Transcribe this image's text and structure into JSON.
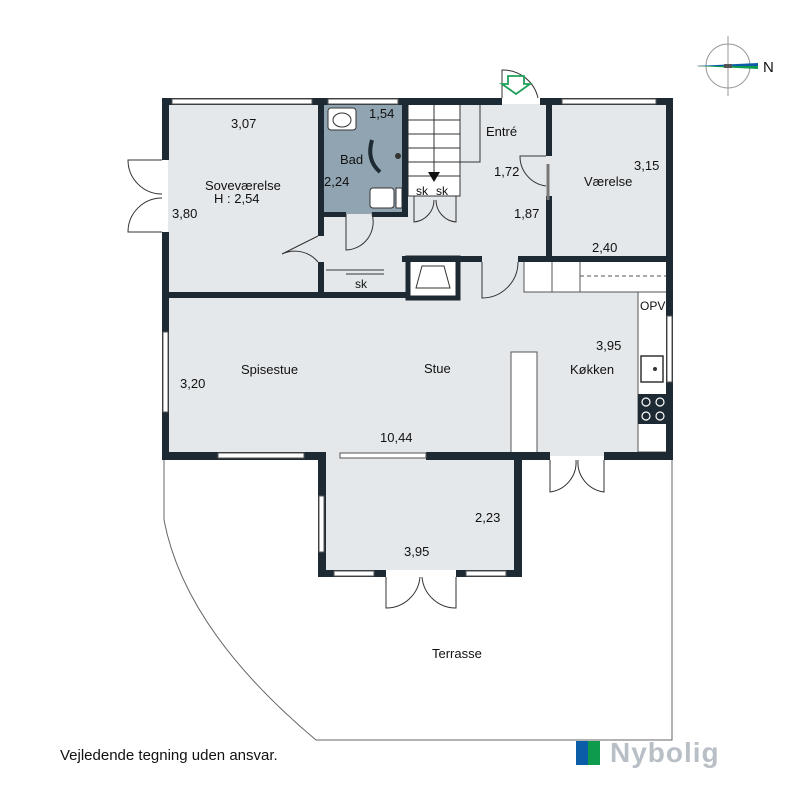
{
  "compass": {
    "north_label": "N"
  },
  "rooms": {
    "sovevaerelse": {
      "name": "Soveværelse",
      "height": "H : 2,54",
      "width_dim": "3,07",
      "depth_dim": "3,80"
    },
    "bad": {
      "name": "Bad",
      "width_dim": "1,54",
      "depth_dim": "2,24"
    },
    "entre": {
      "name": "Entré",
      "dim_a": "1,72",
      "dim_b": "1,87"
    },
    "vaerelse": {
      "name": "Værelse",
      "depth_dim": "3,15",
      "width_dim": "2,40"
    },
    "spisestue": {
      "name": "Spisestue",
      "depth_dim": "3,20"
    },
    "stue": {
      "name": "Stue",
      "width_dim": "10,44"
    },
    "kokken": {
      "name": "Køkken",
      "depth_dim": "3,95",
      "opv": "OPV"
    },
    "udestue": {
      "depth_dim": "2,23",
      "width_dim": "3,95"
    },
    "terrasse": {
      "name": "Terrasse"
    }
  },
  "closets": {
    "sk1": "sk",
    "sk2": "sk",
    "sk3": "sk"
  },
  "footer": {
    "disclaimer": "Vejledende tegning uden ansvar.",
    "brand": "Nybolig",
    "brand_colors": [
      "#0b5da8",
      "#0e9b4e"
    ]
  },
  "colors": {
    "floor": "#e4e8eb",
    "bath": "#90a4b1",
    "wall": "#1e2a33",
    "entrance_arrow": "#1fa05a"
  }
}
